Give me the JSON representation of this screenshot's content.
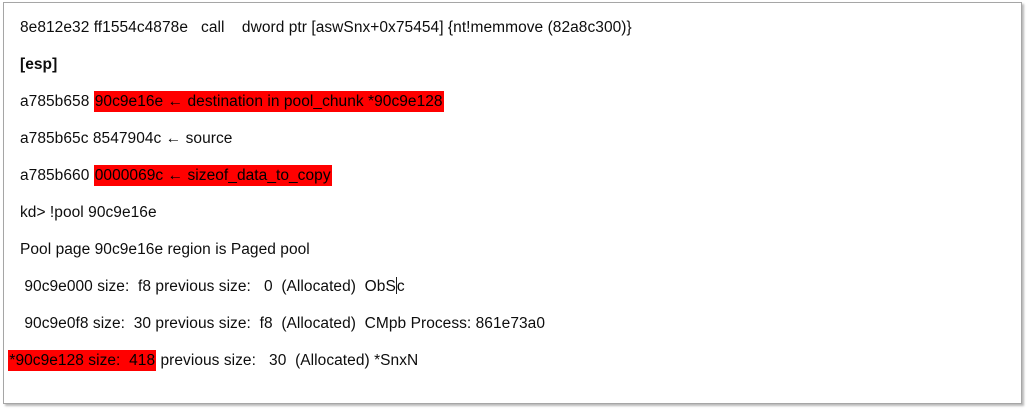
{
  "document": {
    "kind": "kernel-debugger-transcript",
    "highlight_color": "#ff0000",
    "text_color": "#0d0d0d",
    "border_color": "#a6a6a6",
    "lines": [
      {
        "id": "disassembly-call",
        "segments": [
          {
            "text": "8e812e32 ff1554c4878e   call    dword ptr [aswSnx+0x75454] {nt!memmove (82a8c300)}",
            "highlight": false
          }
        ]
      },
      {
        "id": "esp-header",
        "bold": true,
        "segments": [
          {
            "text": "[esp]",
            "highlight": false
          }
        ]
      },
      {
        "id": "stack-destination",
        "segments": [
          {
            "text": "a785b658 ",
            "highlight": false
          },
          {
            "text": "90c9e16e ← destination in pool_chunk *90c9e128",
            "highlight": true
          }
        ]
      },
      {
        "id": "stack-source",
        "segments": [
          {
            "text": "a785b65c 8547904c ← source",
            "highlight": false
          }
        ]
      },
      {
        "id": "stack-size",
        "segments": [
          {
            "text": "a785b660 ",
            "highlight": false
          },
          {
            "text": "0000069c ← sizeof_data_to_copy",
            "highlight": true
          }
        ]
      },
      {
        "id": "command-prompt",
        "segments": [
          {
            "text": "kd> !pool 90c9e16e",
            "highlight": false
          }
        ]
      },
      {
        "id": "pool-page-region",
        "segments": [
          {
            "text": "Pool page 90c9e16e region is Paged pool",
            "highlight": false
          }
        ]
      },
      {
        "id": "pool-chunk-obsc",
        "segments": [
          {
            "text": " 90c9e000 size:  f8 previous size:   0  (Allocated)  ObS",
            "highlight": false
          },
          {
            "caret": true
          },
          {
            "text": "c",
            "highlight": false
          }
        ]
      },
      {
        "id": "pool-chunk-cmpb",
        "segments": [
          {
            "text": " 90c9e0f8 size:  30 previous size:  f8  (Allocated)  CMpb Process: 861e73a0",
            "highlight": false
          }
        ]
      },
      {
        "id": "pool-chunk-snxn",
        "flush": true,
        "segments": [
          {
            "text": " ",
            "highlight": false
          },
          {
            "text": "*90c9e128 size:  418",
            "highlight": true
          },
          {
            "text": " previous size:   30  (Allocated) *SnxN",
            "highlight": false
          }
        ]
      }
    ]
  }
}
